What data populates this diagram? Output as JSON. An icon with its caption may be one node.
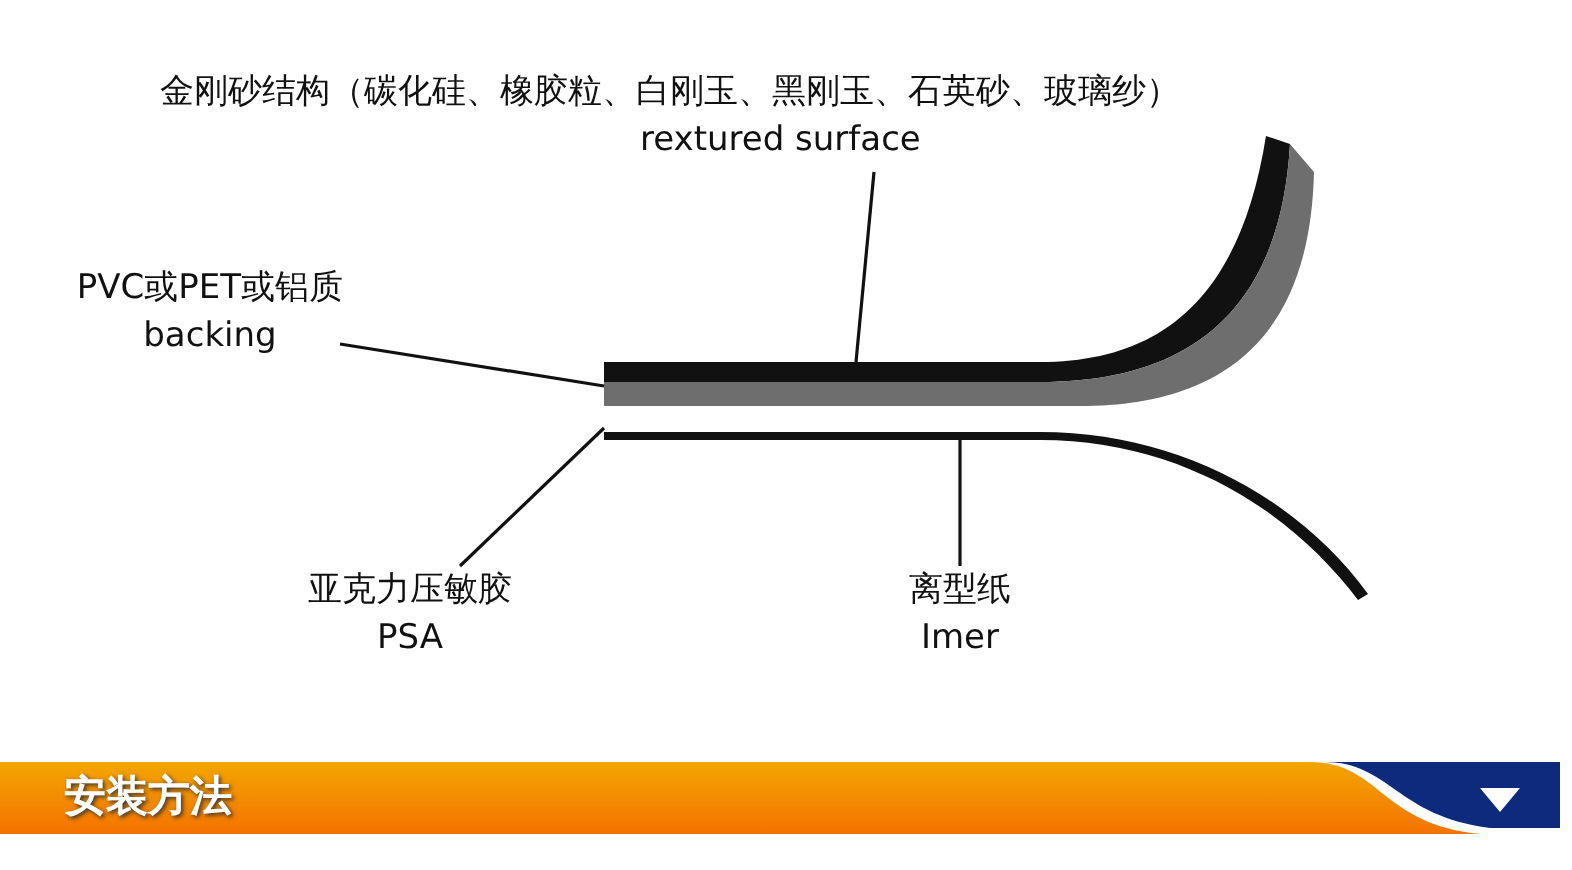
{
  "diagram": {
    "nodes": [
      {
        "text": [
          "金刚砂结构（碳化硅、橡胶粒、白刚玉、黑刚玉、石英砂、玻璃纱）",
          "rextured surface"
        ]
      },
      {
        "text": [
          "PVC或PET或铝质",
          "backing"
        ]
      },
      {
        "text": [
          "亚克力压敏胶",
          "PSA"
        ]
      },
      {
        "text": [
          "离型纸",
          "Imer"
        ]
      },
      {
        "text": [],
        "shape": "bar"
      },
      {
        "text": [],
        "shape": "bar"
      },
      {
        "text": [],
        "shape": "bar"
      }
    ],
    "edges": [
      {
        "from": 0,
        "to": 4,
        "arrow": "none"
      },
      {
        "from": 1,
        "to": 5,
        "arrow": "none"
      },
      {
        "from": 2,
        "to": 6,
        "arrow": "none"
      },
      {
        "from": 3,
        "to": 6,
        "arrow": "none"
      }
    ],
    "labels": [
      "安装方法"
    ]
  }
}
